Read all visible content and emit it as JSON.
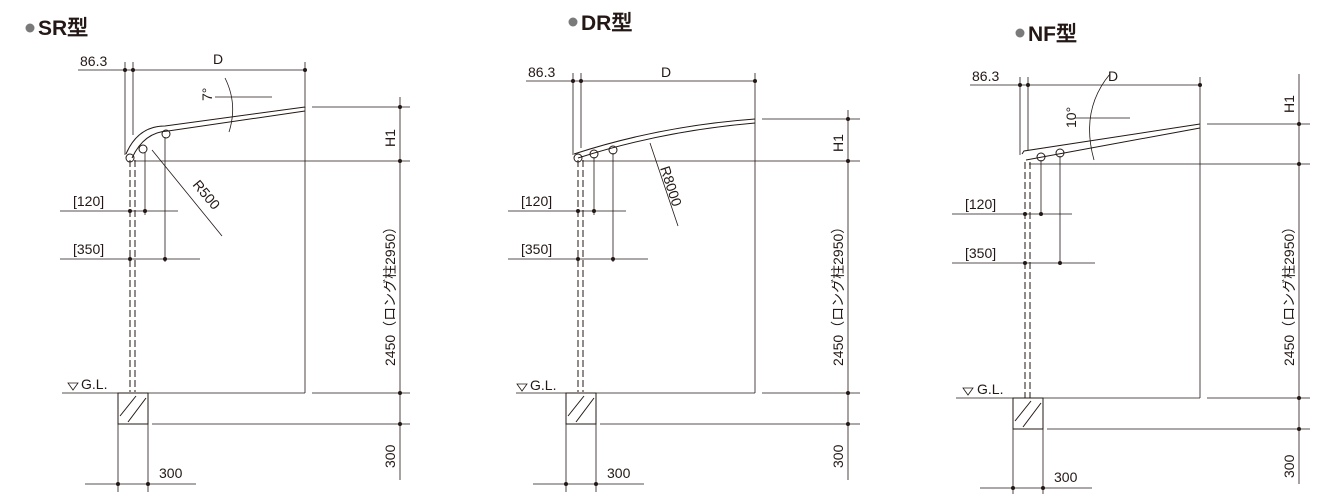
{
  "diagrams": [
    {
      "title": "SR型",
      "labels": {
        "offset": "86.3",
        "depth": "D",
        "angle": "7°",
        "radius": "R500",
        "h120": "[120]",
        "h350": "[350]",
        "ground": "G.L.",
        "h1": "H1",
        "height": "2450（ロング柱2950）",
        "footing_depth": "300",
        "footing_width": "300"
      }
    },
    {
      "title": "DR型",
      "labels": {
        "offset": "86.3",
        "depth": "D",
        "radius": "R8000",
        "h120": "[120]",
        "h350": "[350]",
        "ground": "G.L.",
        "h1": "H1",
        "height": "2450（ロング柱2950）",
        "footing_depth": "300",
        "footing_width": "300"
      }
    },
    {
      "title": "NF型",
      "labels": {
        "offset": "86.3",
        "depth": "D",
        "angle": "10°",
        "h120": "[120]",
        "h350": "[350]",
        "ground": "G.L.",
        "h1": "H1",
        "height": "2450（ロング柱2950）",
        "footing_depth": "300",
        "footing_width": "300"
      }
    }
  ]
}
